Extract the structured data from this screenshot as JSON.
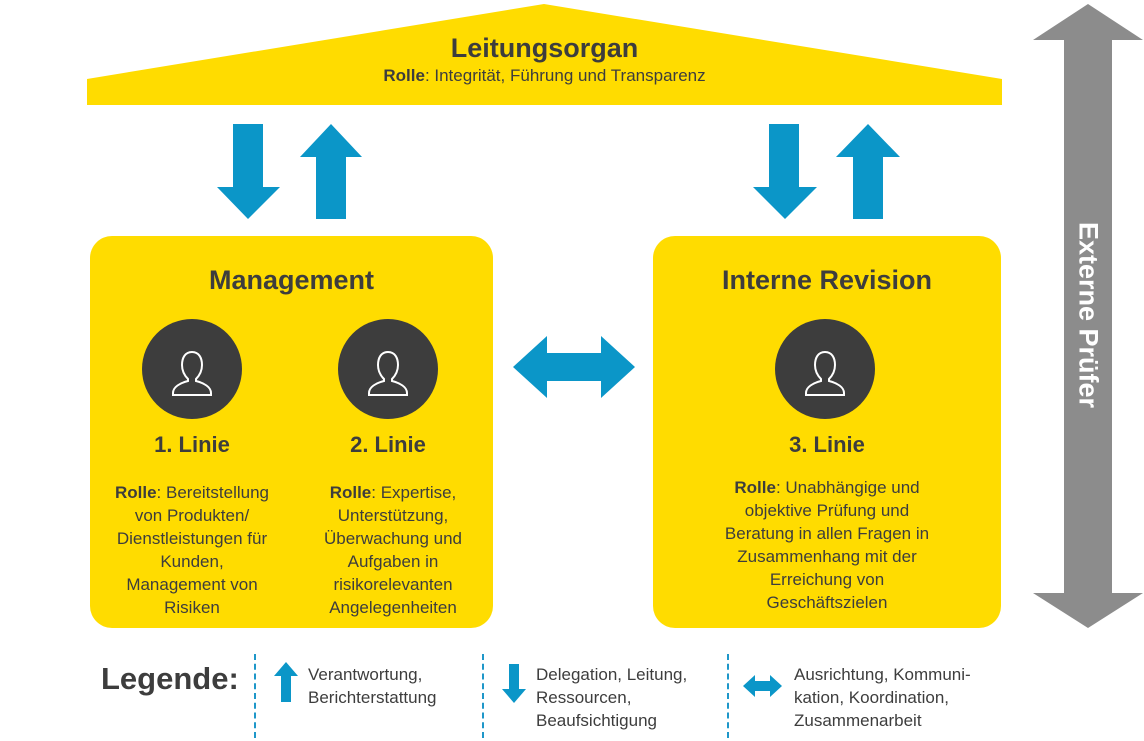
{
  "colors": {
    "yellow": "#ffdc00",
    "blue": "#0b96c8",
    "dark": "#3d3d3d",
    "grey": "#8c8c8c",
    "white": "#ffffff"
  },
  "roof": {
    "title": "Leitungsorgan",
    "role_label": "Rolle",
    "role_text": ": Integrität, Führung und Transparenz"
  },
  "management": {
    "title": "Management",
    "line1": {
      "title": "1. Linie",
      "role_label": "Rolle",
      "role_lines": [
        ": Bereitstellung",
        "von Produkten/",
        "Dienstleistungen für",
        "Kunden,",
        "Management von",
        "Risiken"
      ]
    },
    "line2": {
      "title": "2. Linie",
      "role_label": "Rolle",
      "role_lines": [
        ": Expertise,",
        "Unterstützung,",
        "Überwachung und",
        "Aufgaben in",
        "risikorelevanten",
        "Angelegenheiten"
      ]
    }
  },
  "revision": {
    "title": "Interne Revision",
    "line3": {
      "title": "3. Linie",
      "role_label": "Rolle",
      "role_lines": [
        ": Unabhängige und",
        "objektive Prüfung und",
        "Beratung in allen Fragen in",
        "Zusammenhang mit der",
        "Erreichung von",
        "Geschäftszielen"
      ]
    }
  },
  "external": {
    "label": "Externe Prüfer"
  },
  "legend": {
    "title": "Legende:",
    "items": [
      {
        "icon": "arrow-up-icon",
        "lines": [
          "Verantwortung,",
          "Berichterstattung"
        ]
      },
      {
        "icon": "arrow-down-icon",
        "lines": [
          "Delegation, Leitung,",
          "Ressourcen,",
          "Beaufsichtigung"
        ]
      },
      {
        "icon": "arrow-left-right-icon",
        "lines": [
          "Ausrichtung, Kommuni-",
          "kation, Koordination,",
          "Zusammenarbeit"
        ]
      }
    ]
  }
}
